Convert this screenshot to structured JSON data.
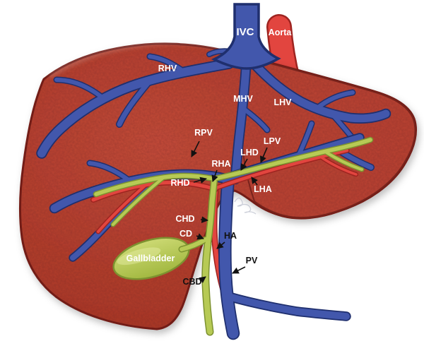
{
  "labels": {
    "ivc": "IVC",
    "aorta": "Aorta",
    "rhv": "RHV",
    "mhv": "MHV",
    "lhv": "LHV",
    "rpv": "RPV",
    "lpv": "LPV",
    "rha": "RHA",
    "lha": "LHA",
    "rhd": "RHD",
    "lhd": "LHD",
    "chd": "CHD",
    "cd": "CD",
    "gallbladder": "Gallbladder",
    "ha": "HA",
    "pv": "PV",
    "cbd": "CBD"
  },
  "colors": {
    "background": "#ffffff",
    "liver": "#a93726",
    "liver_light_lobe": "#b84233",
    "liver_border": "#731f18",
    "vein_fill": "#4257ac",
    "vein_border": "#1f2f6e",
    "artery_fill": "#e2453f",
    "artery_border": "#9e2420",
    "duct_fill": "#b7ca55",
    "duct_border": "#7d9230",
    "gallbladder_fill": "#b9cb5a",
    "label_light": "#ffffff",
    "label_dark": "#111111"
  }
}
